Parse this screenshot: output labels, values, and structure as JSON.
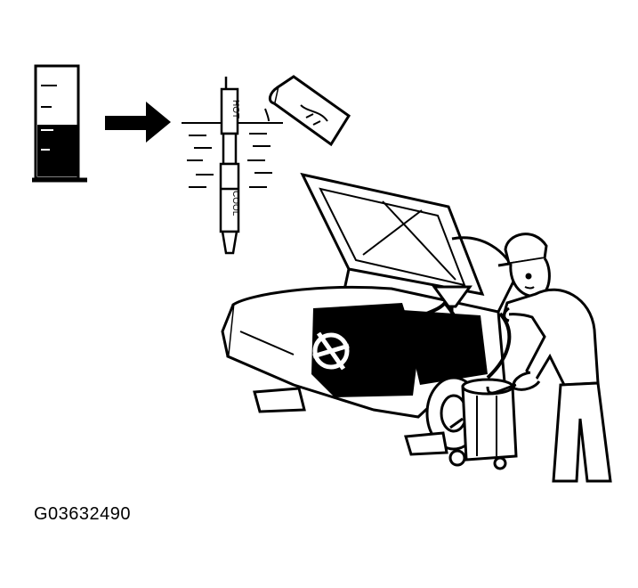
{
  "figure": {
    "code": "G03632490",
    "gauge": {
      "upper_label": "HOT",
      "lower_label": "COOL"
    }
  },
  "colors": {
    "ink": "#000000",
    "paper": "#ffffff"
  }
}
